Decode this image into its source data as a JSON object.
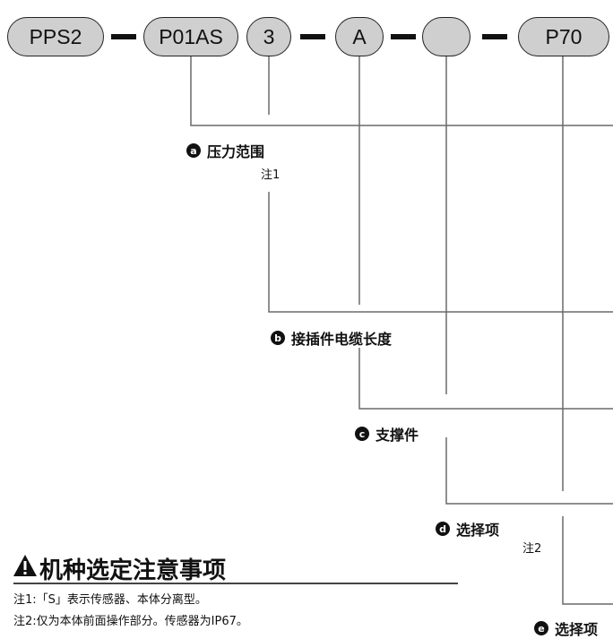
{
  "code_boxes": [
    "PPS2",
    "P01AS",
    "3",
    "A",
    "",
    "P70"
  ],
  "options": [
    {
      "badge": "a",
      "label": "压力范围",
      "note_ref": "注1"
    },
    {
      "badge": "b",
      "label": "接插件电缆长度",
      "note_ref": ""
    },
    {
      "badge": "c",
      "label": "支撑件",
      "note_ref": ""
    },
    {
      "badge": "d",
      "label": "选择项",
      "note_ref": "注2"
    },
    {
      "badge": "e",
      "label": "选择项",
      "note_ref": ""
    }
  ],
  "notice": {
    "title": "机种选定注意事项",
    "icon": "warning-icon",
    "notes": [
      "注1:「S」表示传感器、本体分离型。",
      "注2:仅为本体前面操作部分。传感器为IP67。"
    ]
  }
}
